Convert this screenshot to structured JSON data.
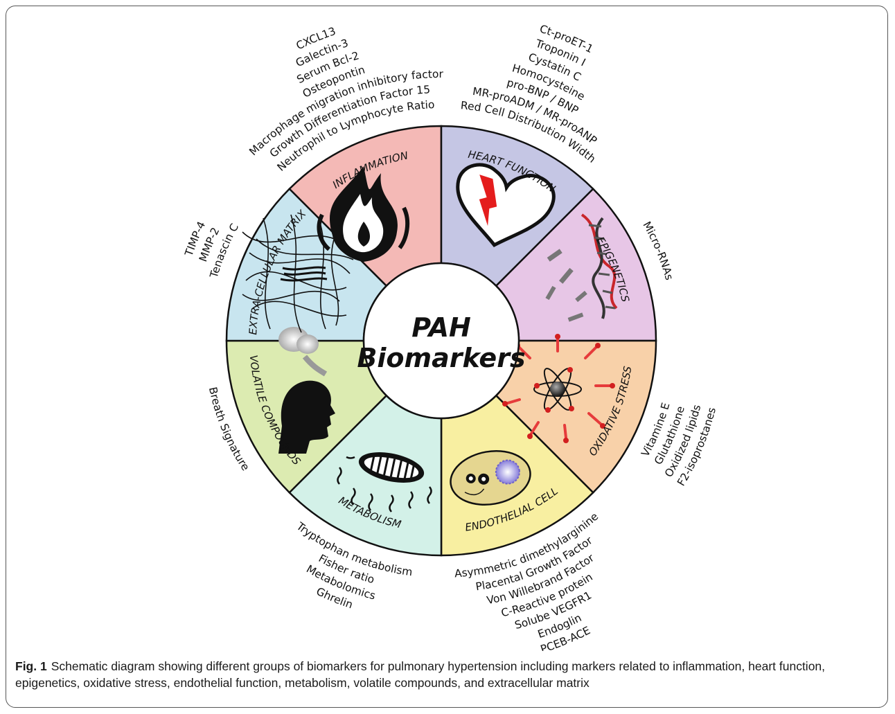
{
  "center": {
    "line1": "PAH",
    "line2": "Biomarkers"
  },
  "segments": [
    {
      "id": "inflammation",
      "title": "INFLAMMATION",
      "color": "#f4b9b6",
      "icon": "fire-icon",
      "markers": [
        "CXCL13",
        "Galectin-3",
        "Serum Bcl-2",
        "Osteopontin",
        "Macrophage migration inhibitory factor",
        "Growth Differentiation Factor 15",
        "Neutrophil to Lymphocyte Ratio"
      ]
    },
    {
      "id": "heart",
      "title": "HEART FUNCTION",
      "color": "#c5c6e4",
      "icon": "broken-heart-icon",
      "markers": [
        "Ct-proET-1",
        "Troponin I",
        "Cystatin C",
        "Homocysteine",
        "pro-BNP / BNP",
        "MR-proADM / MR-proANP",
        "Red Cell Distribution Width"
      ]
    },
    {
      "id": "epigenetics",
      "title": "EPIGENETICS",
      "color": "#e7c6e6",
      "icon": "dna-icon",
      "markers": [
        "Micro-RNAs"
      ]
    },
    {
      "id": "oxidative",
      "title": "OXIDATIVE STRESS",
      "color": "#f8d1a9",
      "icon": "atom-icon",
      "markers": [
        "Vitamine E",
        "Glutathione",
        "Oxidized lipids",
        "F2-isoprostanes"
      ]
    },
    {
      "id": "endothelial",
      "title": "ENDOTHELIAL CELL",
      "color": "#f8efa1",
      "icon": "cell-icon",
      "markers": [
        "Asymmetric dimethylarginine",
        "Placental Growth Factor",
        "Von Willebrand Factor",
        "C-Reactive protein",
        "Solube VEGFR1",
        "Endoglin",
        "PCEB-ACE"
      ]
    },
    {
      "id": "metabolism",
      "title": "METABOLISM",
      "color": "#d3f1e8",
      "icon": "mitochondria-icon",
      "markers": [
        "Tryptophan metabolism",
        "Fisher ratio",
        "Metabolomics",
        "Ghrelin"
      ]
    },
    {
      "id": "volatile",
      "title": "VOLATILE COMPOUNDS",
      "color": "#dcebb1",
      "icon": "breath-icon",
      "markers": [
        "Breath Signature"
      ]
    },
    {
      "id": "ecm",
      "title": "EXTRA-CELLULAR MATRIX",
      "color": "#c8e5ef",
      "icon": "fibers-icon",
      "markers": [
        "TIMP-4",
        "MMP-2",
        "Tenascin C"
      ]
    }
  ],
  "caption": {
    "label": "Fig. 1",
    "text": "Schematic diagram showing different groups of biomarkers for pulmonary hypertension including markers related to inflammation, heart function, epigenetics, oxidative stress, endothelial function, metabolism, volatile compounds, and extracellular matrix"
  }
}
